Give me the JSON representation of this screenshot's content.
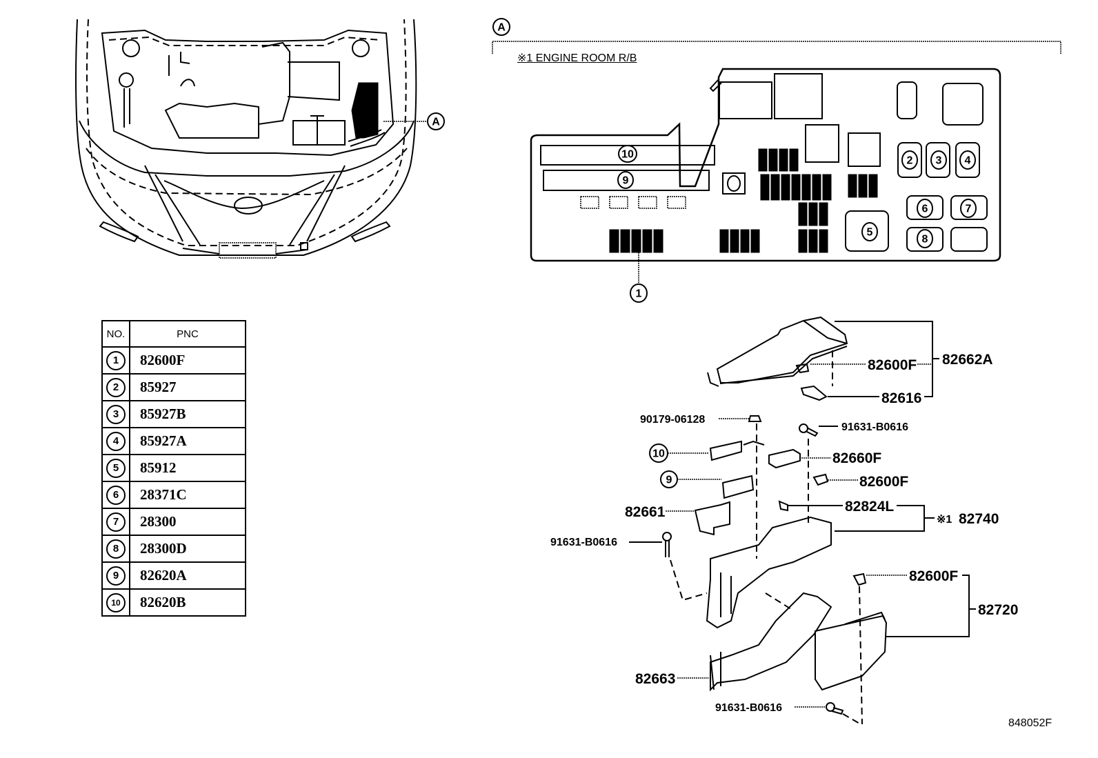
{
  "diagram": {
    "view_callout": "A",
    "section_title": "※1 ENGINE ROOM R/B",
    "drawing_code": "848052F"
  },
  "table": {
    "headers": {
      "no": "NO.",
      "pnc": "PNC"
    },
    "rows": [
      {
        "no": "1",
        "pnc": "82600F"
      },
      {
        "no": "2",
        "pnc": "85927"
      },
      {
        "no": "3",
        "pnc": "85927B"
      },
      {
        "no": "4",
        "pnc": "85927A"
      },
      {
        "no": "5",
        "pnc": "85912"
      },
      {
        "no": "6",
        "pnc": "28371C"
      },
      {
        "no": "7",
        "pnc": "28300"
      },
      {
        "no": "8",
        "pnc": "28300D"
      },
      {
        "no": "9",
        "pnc": "82620A"
      },
      {
        "no": "10",
        "pnc": "82620B"
      }
    ]
  },
  "relay_box_callouts": [
    "10",
    "9",
    "2",
    "3",
    "4",
    "5",
    "6",
    "7",
    "8",
    "1"
  ],
  "exploded_labels": {
    "cover_assy": "82662A",
    "cover_fuse": "82600F",
    "cover_clip": "82616",
    "nut": "90179-06128",
    "bolt_top": "91631-B0616",
    "block": "82660F",
    "fuse_mid": "82600F",
    "item10": "10",
    "item9": "9",
    "bracket": "82661",
    "fuse_holder": "82824L",
    "rb_assy_mark": "※1",
    "rb_assy": "82740",
    "bolt_left": "91631-B0616",
    "fuse_low": "82600F",
    "box_assy": "82720",
    "lower_case": "82663",
    "bolt_bottom": "91631-B0616"
  }
}
